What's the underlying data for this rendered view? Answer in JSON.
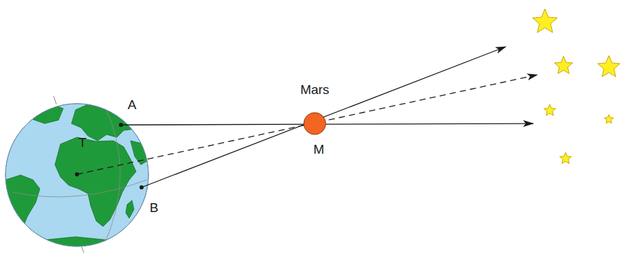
{
  "diagram": {
    "labels": [
      "A",
      "T",
      "Mars",
      "M",
      "B"
    ]
  }
}
